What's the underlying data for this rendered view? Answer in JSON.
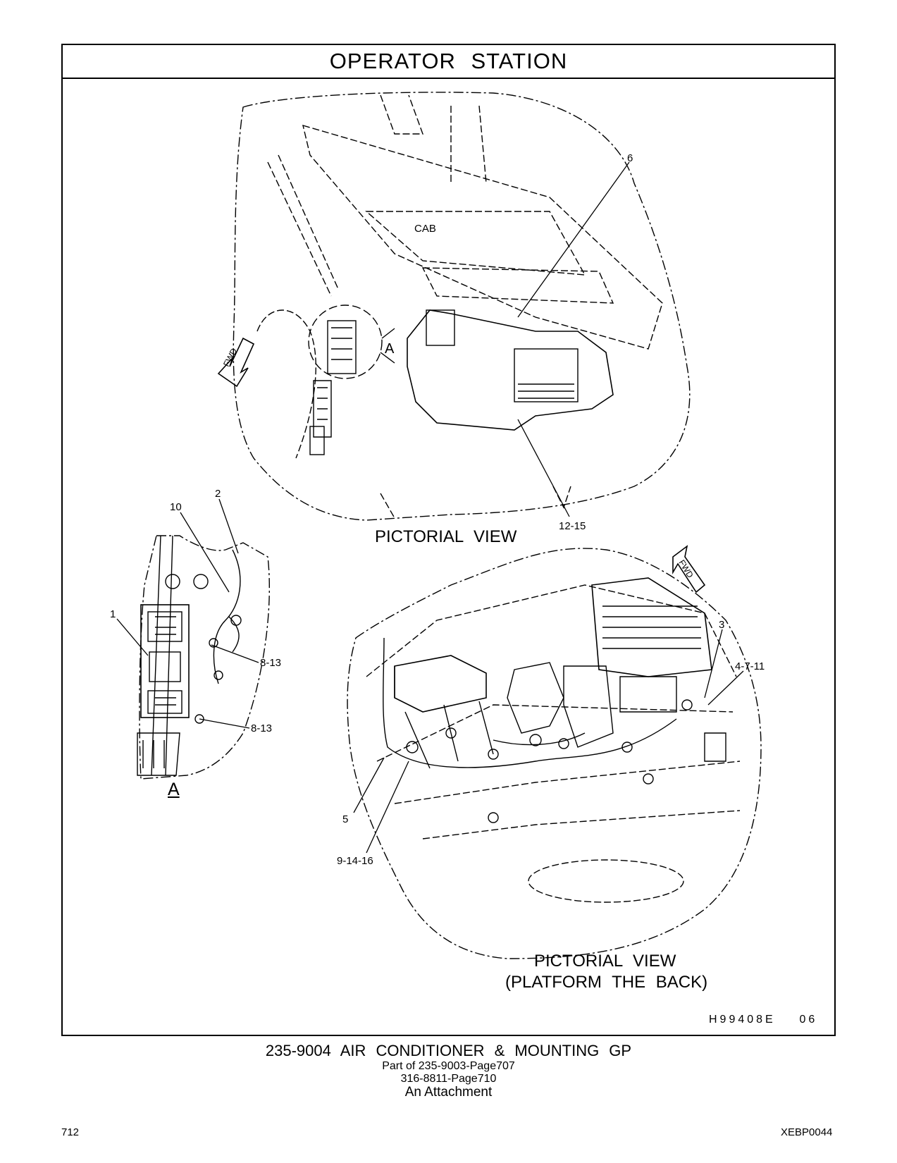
{
  "header": {
    "title": "OPERATOR  STATION"
  },
  "views": {
    "top_caption": "PICTORIAL  VIEW",
    "bottom_caption_line1": "PICTORIAL  VIEW",
    "bottom_caption_line2": "(PLATFORM  THE  BACK)",
    "detail_caption": "A",
    "detail_marker": "A",
    "cab_label": "CAB",
    "fwd_label": "FWD"
  },
  "callouts": {
    "c6": "6",
    "c12_15": "12-15",
    "c2": "2",
    "c10": "10",
    "c1": "1",
    "c8_13_a": "8-13",
    "c8_13_b": "8-13",
    "c3": "3",
    "c4_7_11": "4-7-11",
    "c5": "5",
    "c9_14_16": "9-14-16"
  },
  "drawing_code": "H99408E    06",
  "footer": {
    "group": "235-9004  AIR CONDITIONER & MOUNTING GP",
    "part_of_1": "Part of 235-9003-Page707",
    "part_of_2": "316-8811-Page710",
    "attachment": "An Attachment"
  },
  "page": {
    "number": "712",
    "doc_id": "XEBP0044"
  }
}
